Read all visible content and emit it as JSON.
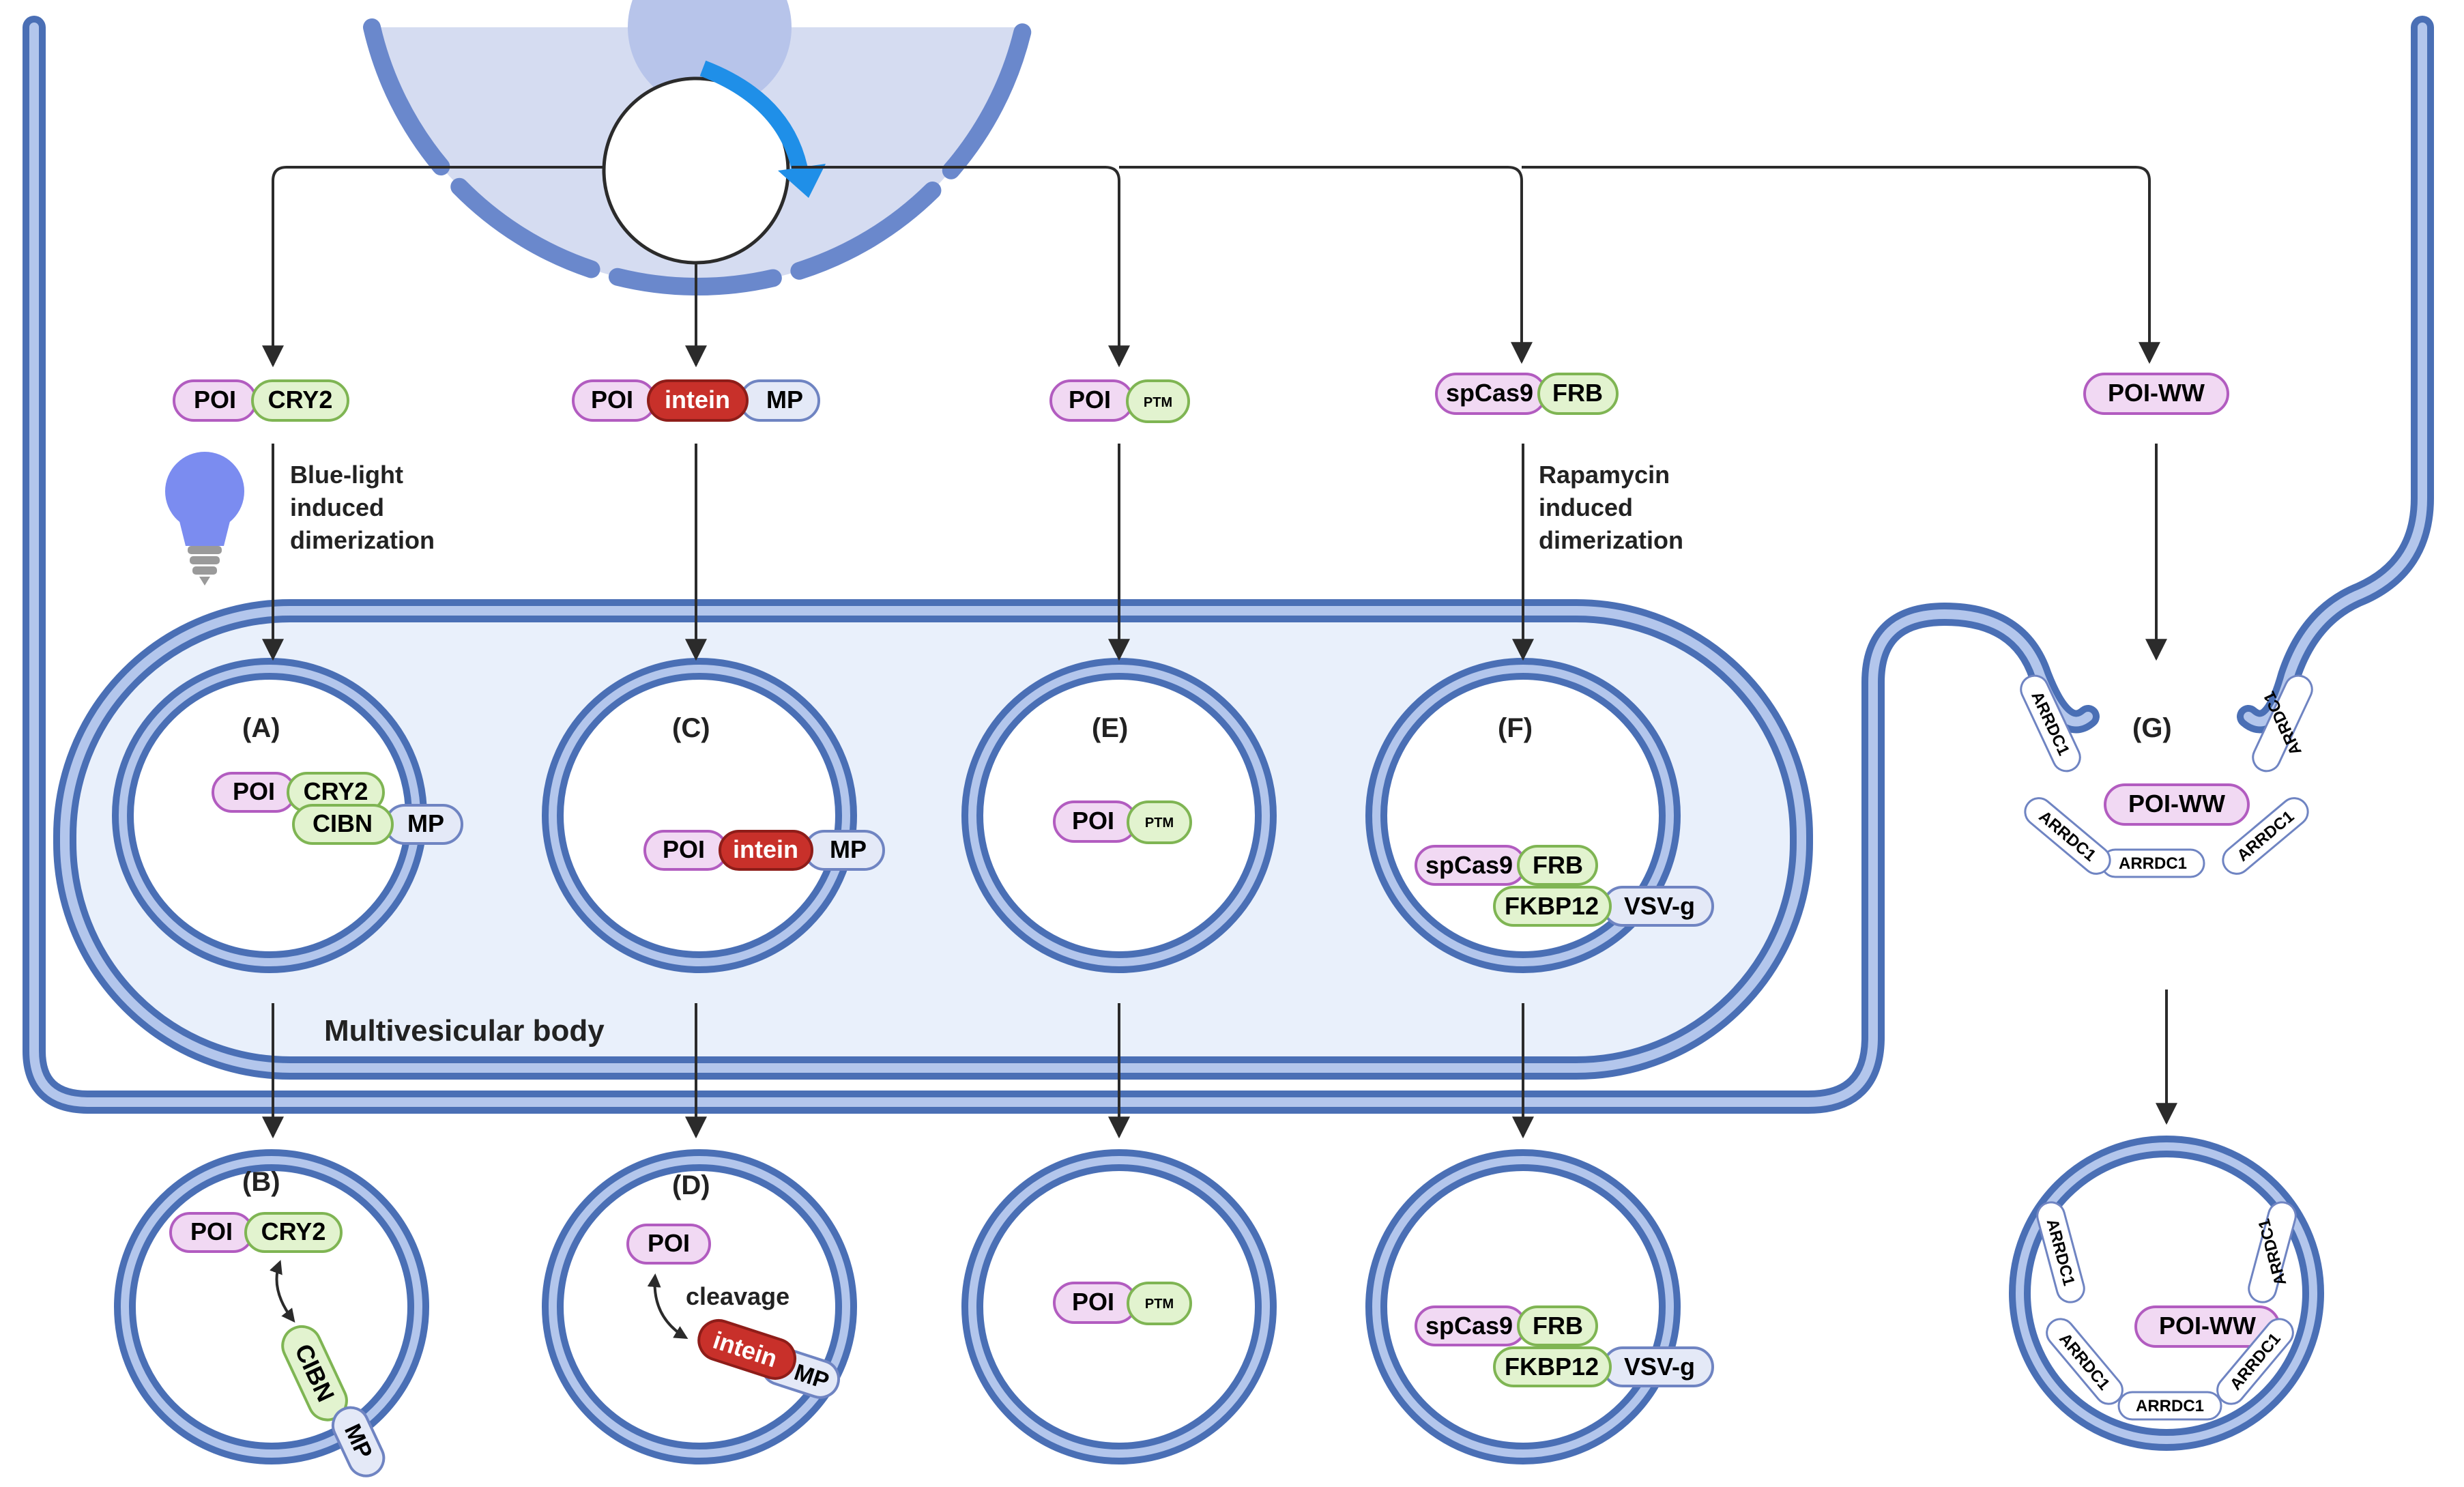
{
  "colors": {
    "membrane": "#7f9fd8",
    "membrane_edge": "#4a6fb5",
    "cell_fill": "#ffffff",
    "nucleus_fill": "#d5dcf1",
    "mvb_fill": "#e9f0fb",
    "vesicle_fill": "#ffffff",
    "arrow": "#2b2b2b",
    "cycle_arrow": "#1f8fe8",
    "poi_fill": "#f1d9f3",
    "poi_stroke": "#b25cc0",
    "green_fill": "#e2f3cf",
    "green_stroke": "#7fb553",
    "blue_fill": "#e4e9f7",
    "blue_stroke": "#6f84c2",
    "intein_fill": "#c8302a",
    "intein_stroke": "#8e1d19",
    "arrdc_fill": "#ffffff",
    "arrdc_stroke": "#6f84c2",
    "bulb": "#7b8cf0",
    "bulb_base": "#9a9a9a"
  },
  "labels": {
    "panel_a": "(A)",
    "panel_b": "(B)",
    "panel_c": "(C)",
    "panel_d": "(D)",
    "panel_e": "(E)",
    "panel_f": "(F)",
    "panel_g": "(G)",
    "mvb": "Multivesicular body",
    "blue_light_1": "Blue-light",
    "blue_light_2": "induced",
    "blue_light_3": "dimerization",
    "rapamycin_1": "Rapamycin",
    "rapamycin_2": "induced",
    "rapamycin_3": "dimerization",
    "cleavage": "cleavage"
  },
  "proteins": {
    "poi": "POI",
    "cry2": "CRY2",
    "cibn": "CIBN",
    "mp": "MP",
    "intein": "intein",
    "ptm": "PTM",
    "spcas9": "spCas9",
    "frb": "FRB",
    "fkbp12": "FKBP12",
    "vsvg": "VSV-g",
    "poi_ww": "POI-WW",
    "arrdc1": "ARRDC1"
  },
  "icons": {
    "light": "lightbulb-icon",
    "plasmid": "plasmid-cycle-icon"
  }
}
